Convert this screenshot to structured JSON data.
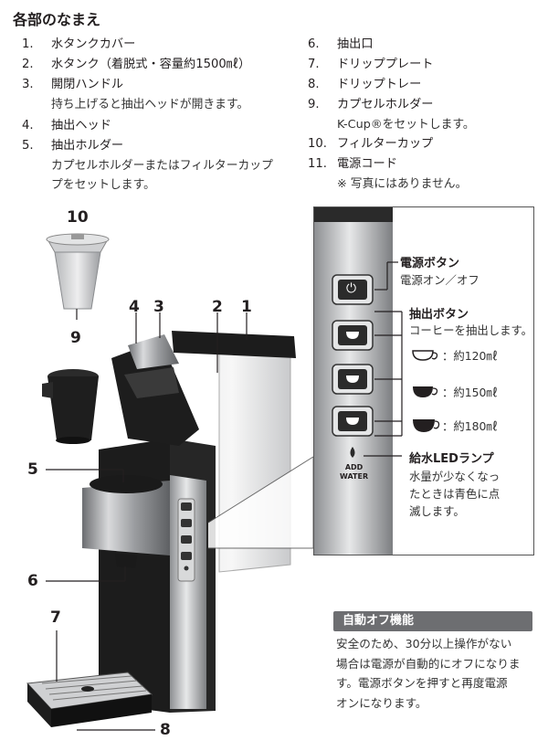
{
  "title": "各部のなまえ",
  "parts_left": [
    {
      "num": "1.",
      "name": "水タンクカバー"
    },
    {
      "num": "2.",
      "name": "水タンク（着脱式・容量約1500㎖）"
    },
    {
      "num": "3.",
      "name": "開閉ハンドル",
      "note": "持ち上げると抽出ヘッドが開きます。"
    },
    {
      "num": "4.",
      "name": "抽出ヘッド"
    },
    {
      "num": "5.",
      "name": "抽出ホルダー",
      "note": "カプセルホルダーまたはフィルターカップ",
      "note2": "プをセットします。"
    }
  ],
  "parts_right": [
    {
      "num": "6.",
      "name": "抽出口"
    },
    {
      "num": "7.",
      "name": "ドリッププレート"
    },
    {
      "num": "8.",
      "name": "ドリップトレー"
    },
    {
      "num": "9.",
      "name": "カプセルホルダー",
      "note": "K-Cup®をセットします。"
    },
    {
      "num": "10.",
      "name": "フィルターカップ"
    },
    {
      "num": "11.",
      "name": "電源コード",
      "note": "※ 写真にはありません。"
    }
  ],
  "callouts": {
    "c1": "1",
    "c2": "2",
    "c3": "3",
    "c4": "4",
    "c5": "5",
    "c6": "6",
    "c7": "7",
    "c8": "8",
    "c9": "9",
    "c10": "10"
  },
  "panel": {
    "power_label": "電源ボタン",
    "power_desc": "電源オン／オフ",
    "brew_label": "抽出ボタン",
    "brew_desc": "コーヒーを抽出します。",
    "size1": "：約120㎖",
    "size2": "：約150㎖",
    "size3": "：約180㎖",
    "led_label": "給水LEDランプ",
    "led_desc1": "水量が少なくなっ",
    "led_desc2": "たときは青色に点",
    "led_desc3": "滅します。",
    "add_water1": "ADD",
    "add_water2": "WATER"
  },
  "auto_off": {
    "title": "自動オフ機能",
    "line1": "安全のため、30分以上操作がない",
    "line2": "場合は電源が自動的にオフになりま",
    "line3": "す。電源ボタンを押すと再度電源",
    "line4": "オンになります。"
  },
  "colors": {
    "accent_gray": "#6d6e71",
    "body_black": "#1c1c1c",
    "steel": "#a9abae"
  }
}
